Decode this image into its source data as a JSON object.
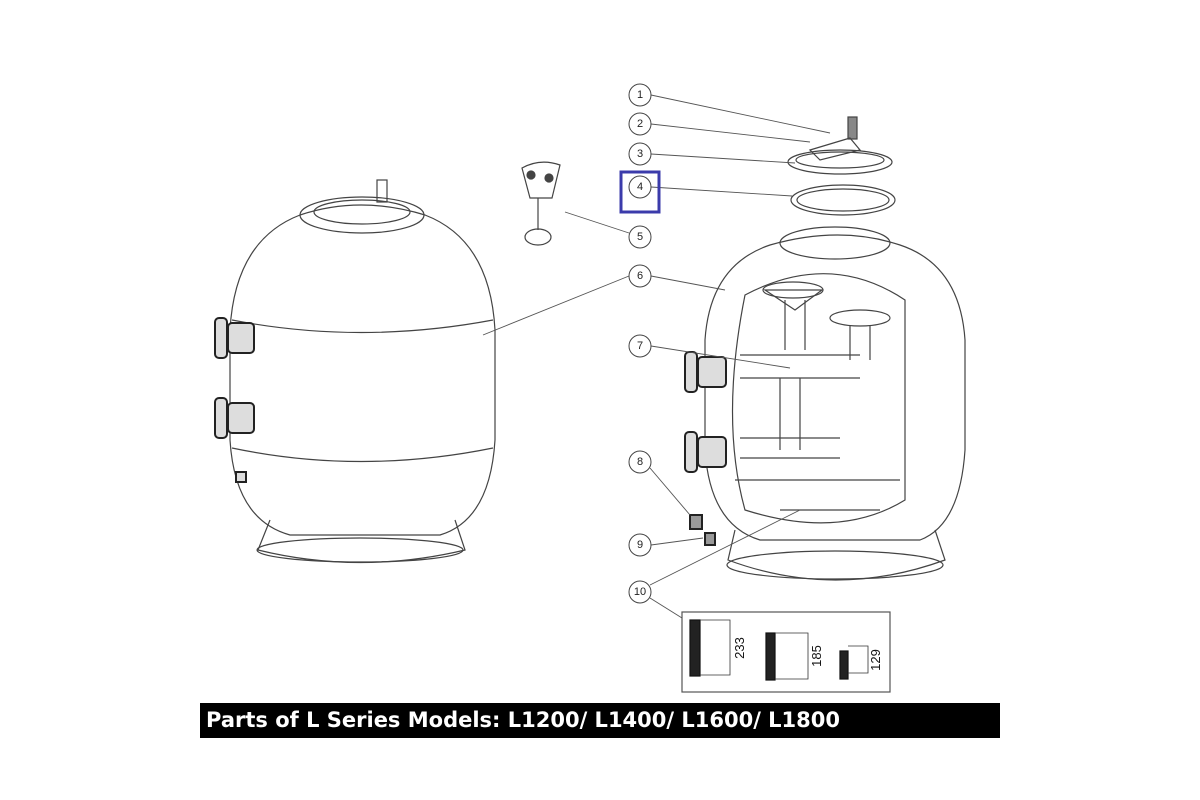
{
  "caption": "Parts of L Series Models: L1200/ L1400/ L1600/ L1800",
  "callouts": [
    "1",
    "2",
    "3",
    "4",
    "5",
    "6",
    "7",
    "8",
    "9",
    "10"
  ],
  "highlighted_callout": "4",
  "nozzle_dimensions": [
    "233",
    "185",
    "129"
  ],
  "colors": {
    "highlight": "#3b3bab",
    "line": "#333333",
    "caption_bg": "#000000"
  }
}
